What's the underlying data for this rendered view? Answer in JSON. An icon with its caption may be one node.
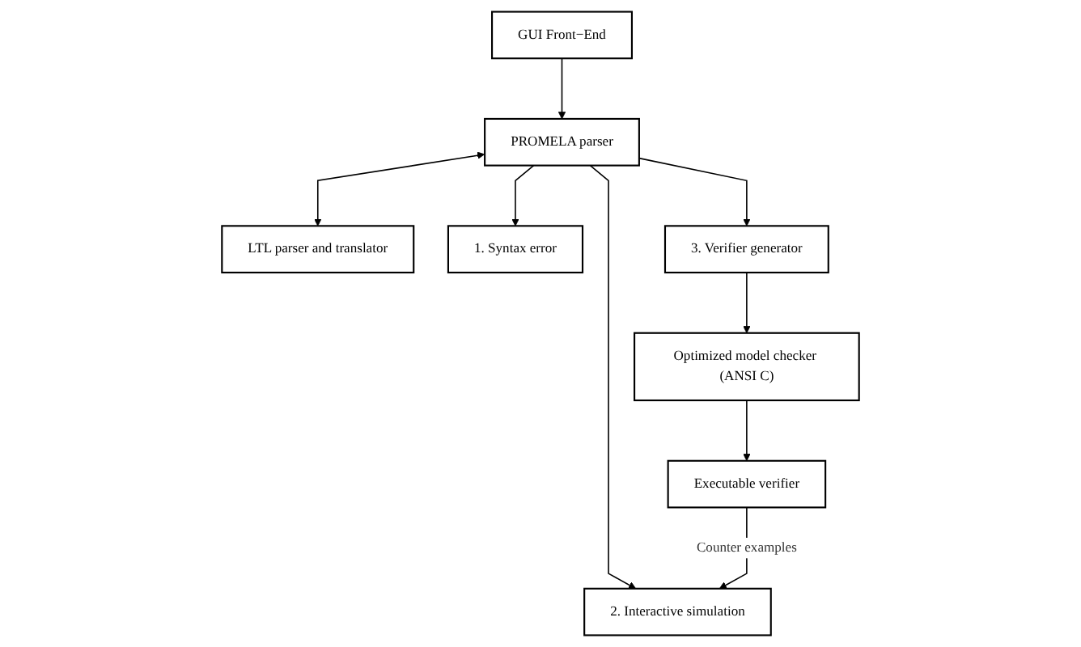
{
  "diagram": {
    "nodes": [
      {
        "text": [
          "GUI Front−End"
        ]
      },
      {
        "text": [
          "PROMELA parser"
        ]
      },
      {
        "text": [
          "LTL parser and translator"
        ]
      },
      {
        "text": [
          "1. Syntax error"
        ]
      },
      {
        "text": [
          "2. Interactive simulation"
        ]
      },
      {
        "text": [
          "3. Verifier generator"
        ]
      },
      {
        "text": [
          "Optimized model checker (ANSI C)"
        ]
      },
      {
        "text": [
          "Executable verifier"
        ]
      }
    ],
    "edges": [
      {
        "from": 0,
        "to": 1,
        "arrow": "to"
      },
      {
        "from": 1,
        "to": 2,
        "arrow": "both"
      },
      {
        "from": 1,
        "to": 3,
        "arrow": "to"
      },
      {
        "from": 1,
        "to": 4,
        "arrow": "to"
      },
      {
        "from": 1,
        "to": 5,
        "arrow": "to"
      },
      {
        "from": 5,
        "to": 6,
        "arrow": "to"
      },
      {
        "from": 6,
        "to": 7,
        "arrow": "to"
      },
      {
        "from": 7,
        "to": 4,
        "label": "Counter examples",
        "arrow": "to"
      }
    ]
  }
}
